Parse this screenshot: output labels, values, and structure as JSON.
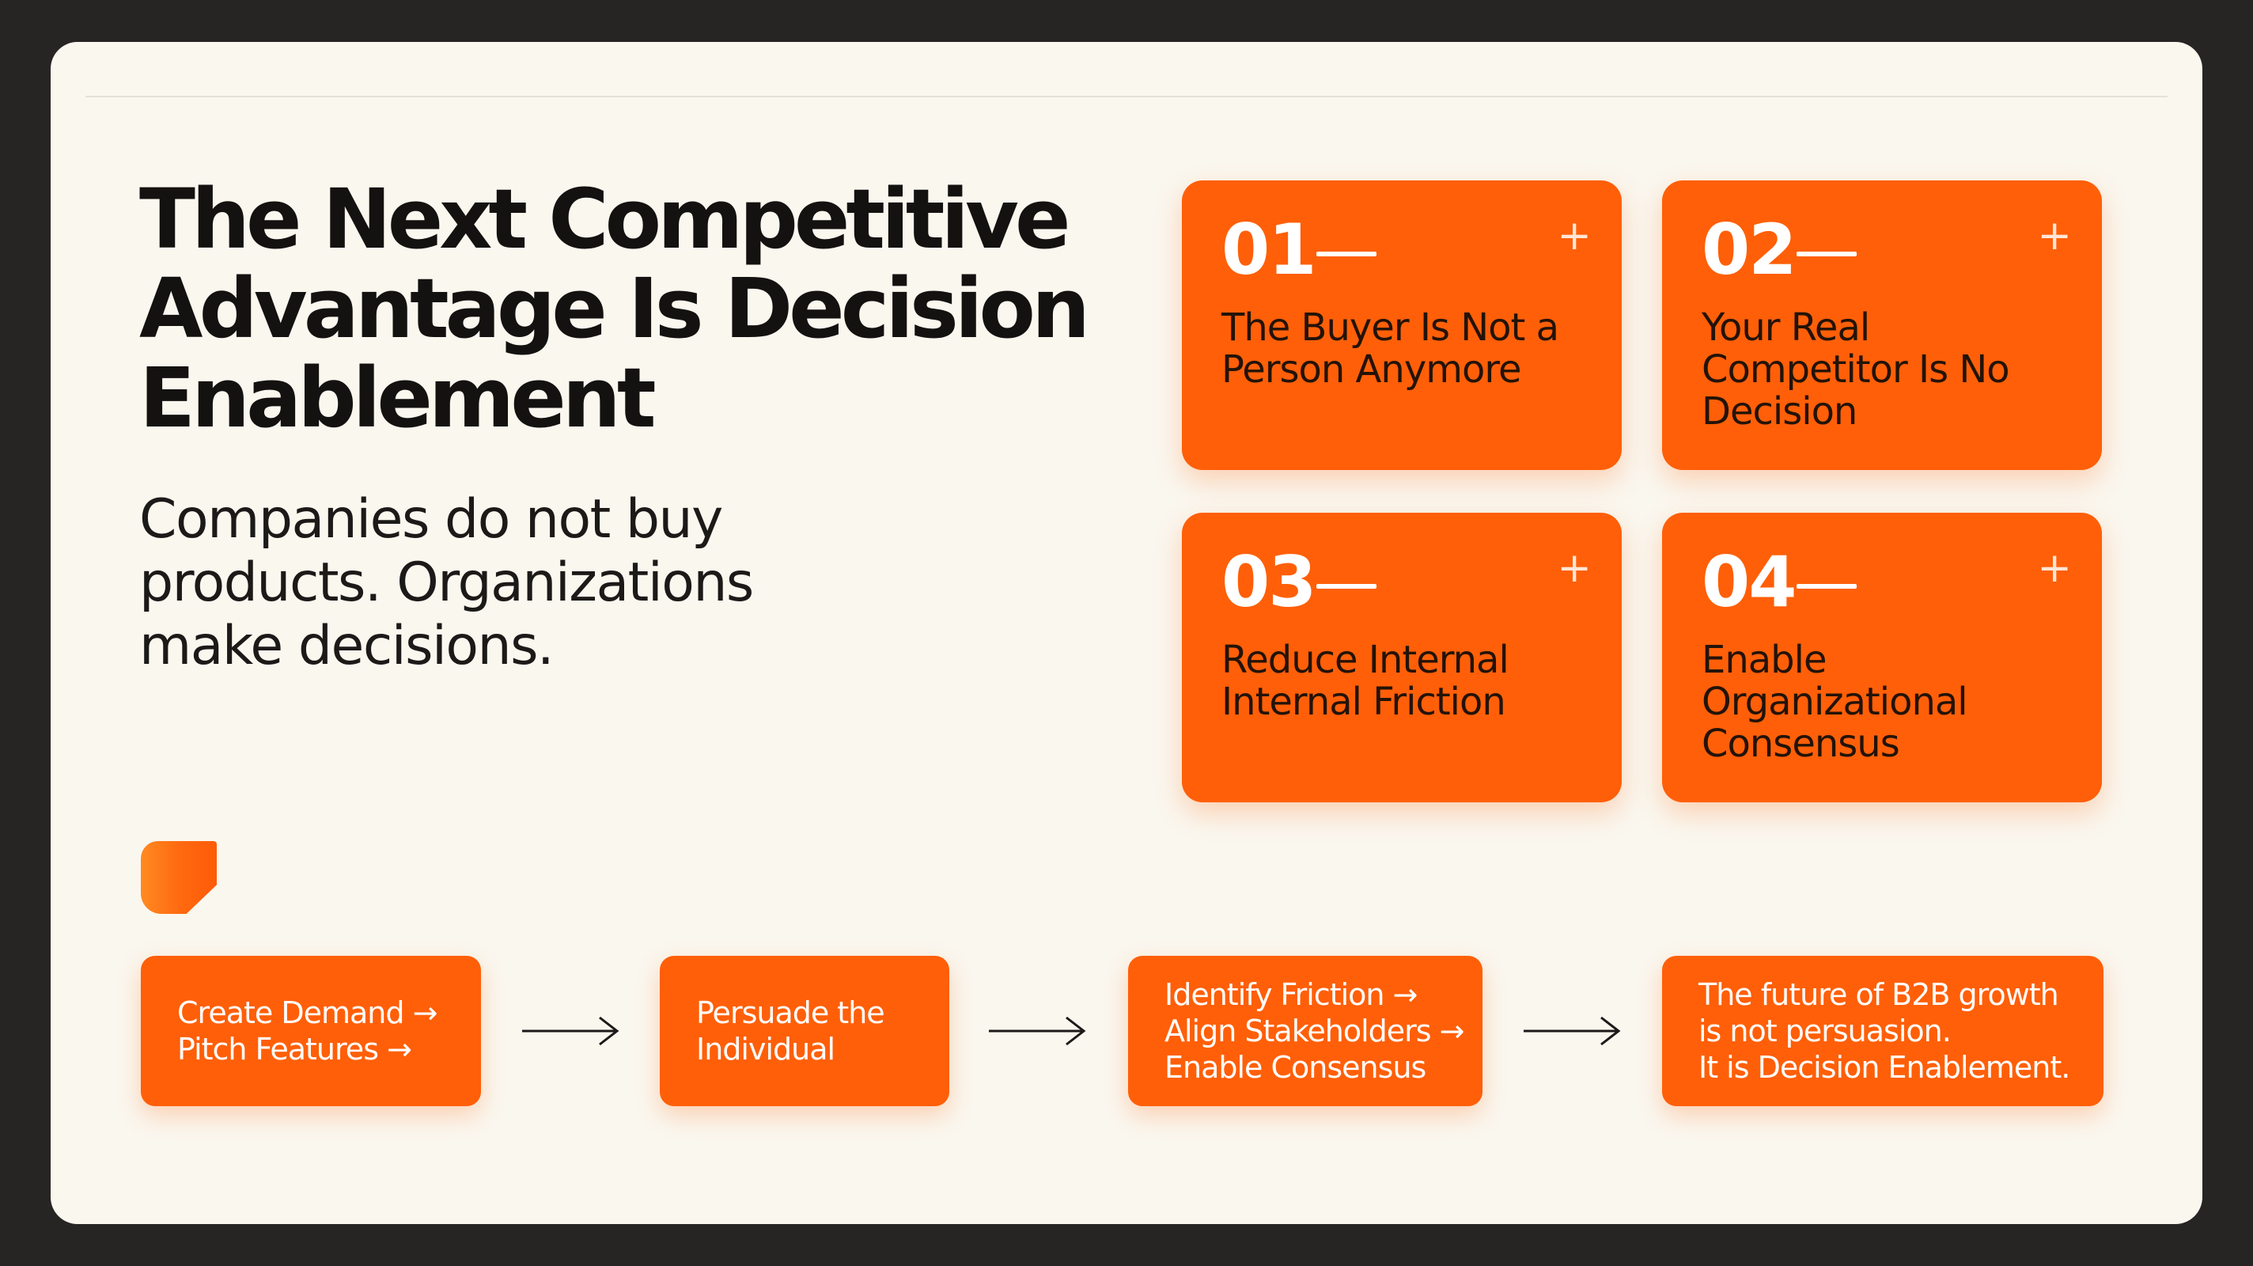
{
  "title": "The Next Competitive Advantage Is Decision Enablement",
  "subtitle": "Companies do not buy products. Organizations make decisions.",
  "cards": [
    {
      "number": "01",
      "text": "The Buyer Is Not a Person Anymore"
    },
    {
      "number": "02",
      "text": "Your Real Competitor Is No Decision"
    },
    {
      "number": "03",
      "text": "Reduce Internal Internal Friction"
    },
    {
      "number": "04",
      "text": "Enable Organizational Consensus"
    }
  ],
  "card_plus": "+",
  "flow": [
    {
      "lines": [
        "Create Demand →",
        "Pitch Features →"
      ]
    },
    {
      "lines": [
        "Persuade the",
        "Individual"
      ]
    },
    {
      "lines": [
        "Identify Friction →",
        "Align Stakeholders →",
        "Enable Consensus"
      ]
    },
    {
      "lines": [
        "The future of B2B growth",
        "is not persuasion.",
        "It is Decision Enablement."
      ]
    }
  ],
  "icons": {
    "card_plus_icon": "plus-icon",
    "flow_arrow_icon": "arrow-right-icon",
    "logo": "logo-mark"
  },
  "colors": {
    "accent": "#ff5f08",
    "background": "#faf7ef",
    "frame": "#272523",
    "text": "#141210"
  }
}
